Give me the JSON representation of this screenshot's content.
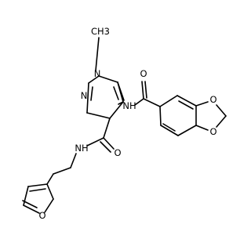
{
  "molecule": {
    "atoms": {
      "n1": "N",
      "methyl": "CH3",
      "n2": "N",
      "nh_amide_left": "NH",
      "o_left": "O",
      "nh_amide_right": "NH",
      "o_right": "O",
      "o_furan": "O",
      "o_dioxole_top": "O",
      "o_dioxole_bottom": "O"
    }
  }
}
